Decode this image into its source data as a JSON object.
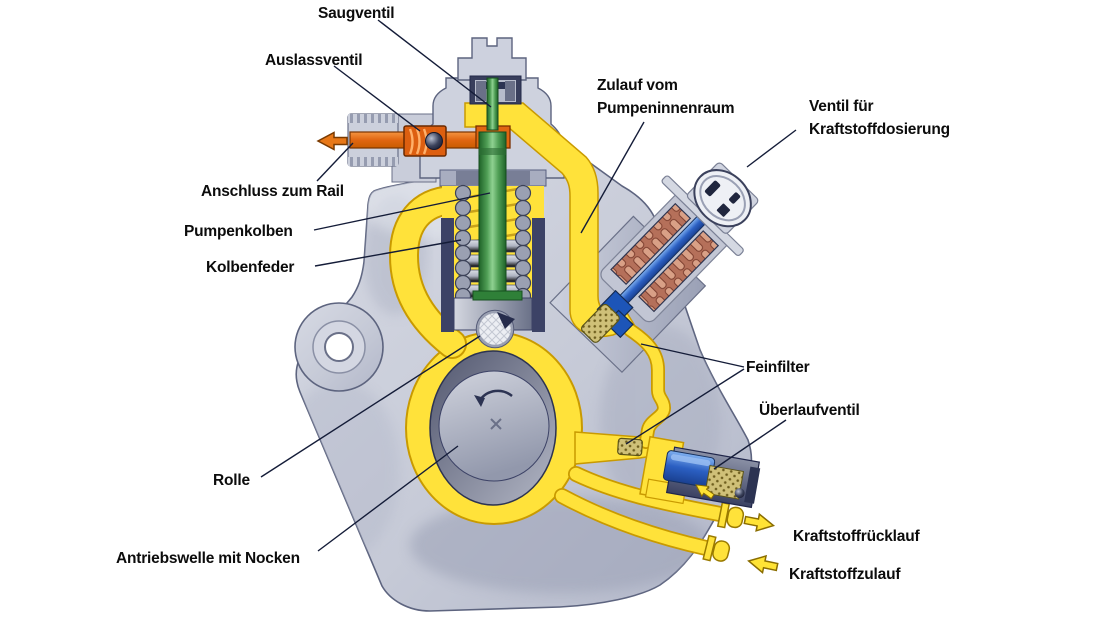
{
  "diagram": {
    "subject": "Cutaway diagram of a common-rail high-pressure fuel pump",
    "cam_rotation_marker": "counter-clockwise arrow with center cross"
  },
  "labels": [
    {
      "id": "saugventil",
      "text": "Saugventil"
    },
    {
      "id": "auslassventil",
      "text": "Auslassventil"
    },
    {
      "id": "anschluss-rail",
      "text": "Anschluss zum Rail"
    },
    {
      "id": "pumpenkolben",
      "text": "Pumpenkolben"
    },
    {
      "id": "kolbenfeder",
      "text": "Kolbenfeder"
    },
    {
      "id": "zulauf",
      "text": "Zulauf vom\nPumpeninnenraum"
    },
    {
      "id": "dosierventil",
      "text": "Ventil für\nKraftstoffdosierung"
    },
    {
      "id": "feinfilter",
      "text": "Feinfilter"
    },
    {
      "id": "ueberlaufventil",
      "text": "Überlaufventil"
    },
    {
      "id": "rolle",
      "text": "Rolle"
    },
    {
      "id": "antriebswelle",
      "text": "Antriebswelle mit Nocken"
    },
    {
      "id": "kraftstoffruecklauf",
      "text": "Kraftstoffrücklauf"
    },
    {
      "id": "kraftstoffzulauf",
      "text": "Kraftstoffzulauf"
    }
  ],
  "flow_arrows": [
    {
      "name": "rail-outflow-arrow",
      "color": "#E87818",
      "direction": "left"
    },
    {
      "name": "return-outflow-arrow",
      "color": "#FFE335",
      "direction": "right"
    },
    {
      "name": "supply-inflow-arrow",
      "color": "#FFE335",
      "direction": "left"
    }
  ],
  "colors": {
    "fuel_yellow": "#FFE23A",
    "fuel_edge_gold": "#C99A00",
    "piston_green": "#4F9E55",
    "outlet_orange": "#E06612",
    "solenoid_blue": "#2B5FC2",
    "coil_copper": "#C4836A",
    "body_gray": "#C6CAD7",
    "dark_navy": "#3C4266",
    "leader_line": "#141C38",
    "label_text": "#0C0C0C"
  }
}
